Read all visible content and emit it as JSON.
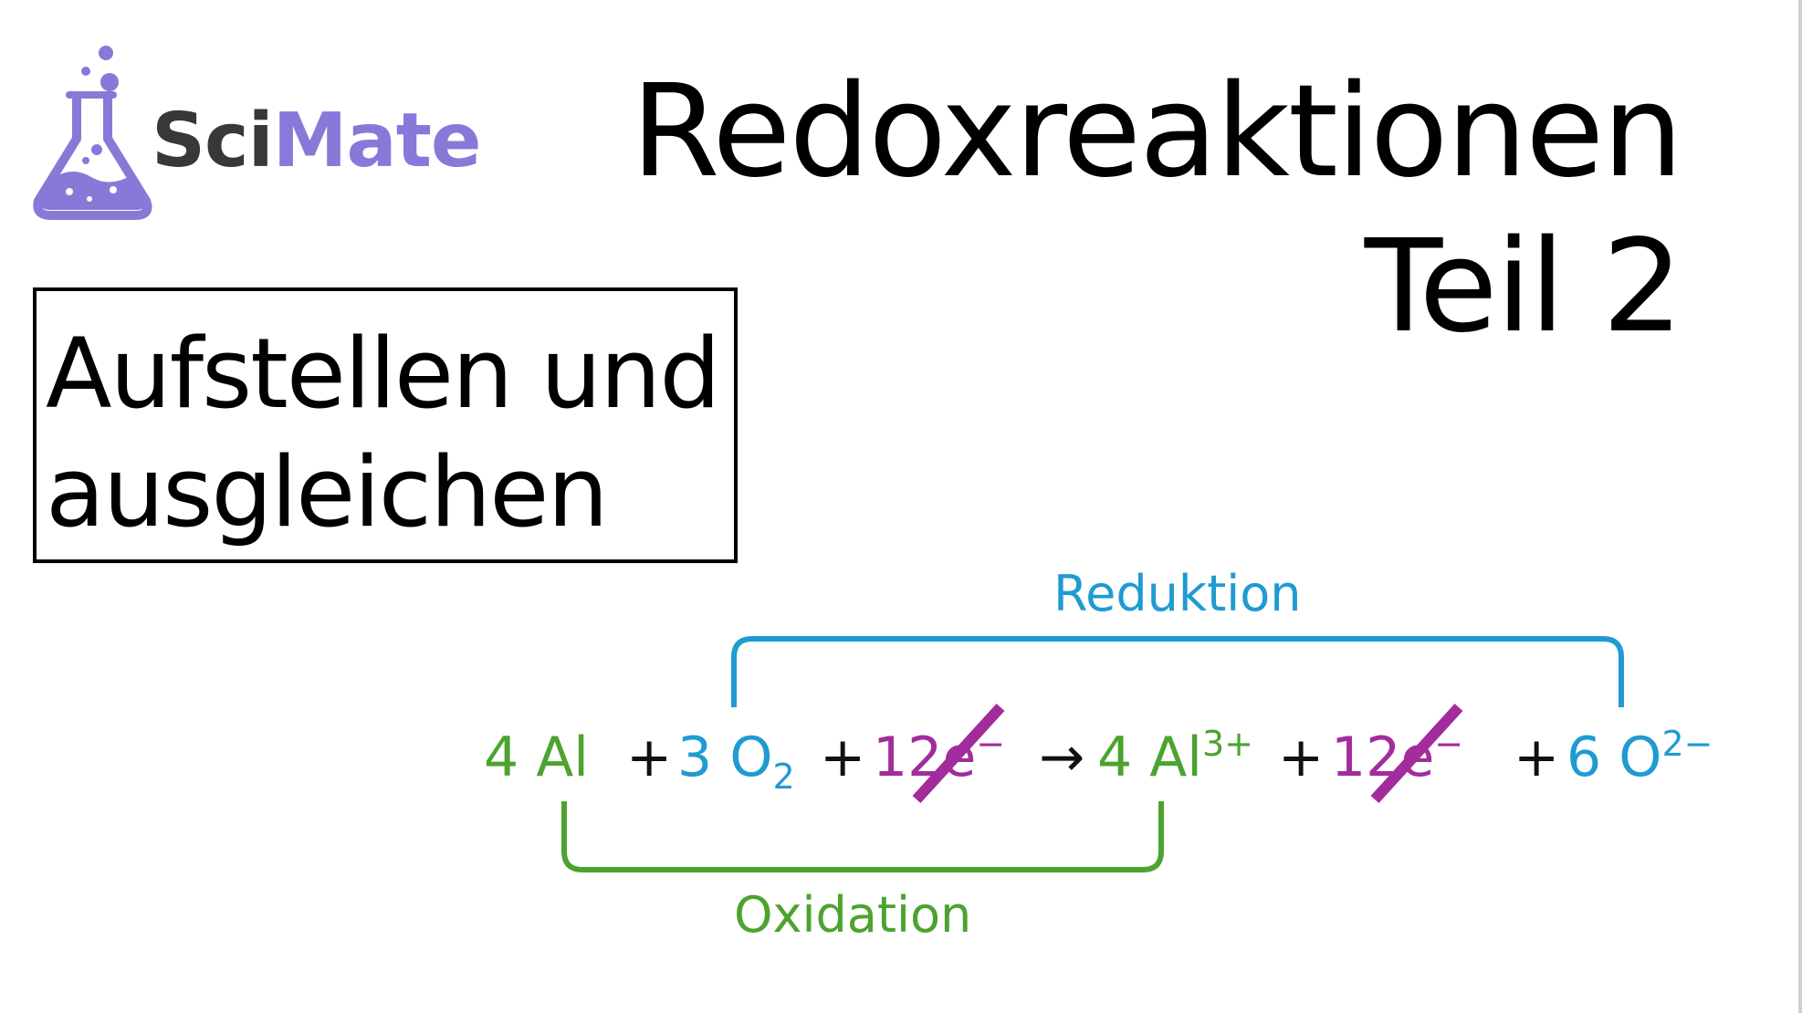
{
  "logo": {
    "sci": "Sci",
    "mate": "Mate",
    "icon": "flask-icon",
    "colors": {
      "sci": "#383838",
      "mate": "#8a78d8"
    }
  },
  "title": {
    "line1": "Redoxreaktionen",
    "line2": "Teil 2"
  },
  "subtitle": {
    "line1": "Aufstellen und",
    "line2": "ausgleichen"
  },
  "equation": {
    "al_left": "4 Al",
    "plus1": "+",
    "o2_coef": "3 O",
    "o2_sub": "2",
    "plus2": "+",
    "e_left_coef": "12",
    "e_left": "e",
    "e_left_charge": "−",
    "arrow": "→",
    "al_right": "4 Al",
    "al_right_charge": "3+",
    "plus3": "+",
    "e_right_coef": "12",
    "e_right": "e",
    "e_right_charge": "−",
    "plus4": "+",
    "o_right": "6 O",
    "o_right_charge": "2−",
    "colors": {
      "oxidation": "#4ca32f",
      "reduction": "#1f9bd1",
      "electrons": "#a22c9c"
    }
  },
  "labels": {
    "reduction": "Reduktion",
    "oxidation": "Oxidation"
  }
}
